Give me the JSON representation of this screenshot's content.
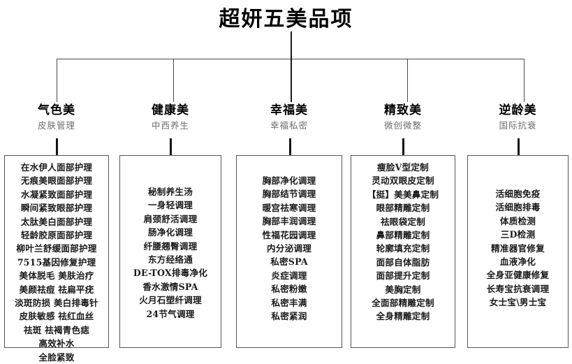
{
  "title": "超妍五美品项",
  "connectors": {
    "style": "org-tree",
    "branch_count": 5
  },
  "columns": [
    {
      "id": "qi-se-mei",
      "heading": "气色美",
      "subheading": "皮肤管理",
      "items": [
        "在水伊人面部护理",
        "无痕美眼面部护理",
        "水凝紧致面部护理",
        "瞬间紧致眼部护理",
        "太肽美白面部护理",
        "轻龄胶原面部护理",
        "柳叶兰舒缓面部护理",
        "7515基因修复护理",
        "美体脱毛 美肤治疗",
        "美颜祛痘 祛扁平疣",
        "淡斑防损 美白排毒针",
        "皮肤敏感 祛红血丝",
        "祛斑  祛褐青色痣",
        "高效补水",
        "全脸紧致"
      ]
    },
    {
      "id": "jian-kang-mei",
      "heading": "健康美",
      "subheading": "中西养生",
      "items": [
        "秘制养生汤",
        "一身轻调理",
        "肩颈舒活调理",
        "肠净化调理",
        "纤腰翘臀调理",
        "东方经络通",
        "DE-TOX排毒净化",
        "香水激情SPA",
        "火月石塑纤调理",
        "24节气调理"
      ]
    },
    {
      "id": "xing-fu-mei",
      "heading": "幸福美",
      "subheading": "幸福私密",
      "items": [
        "胸部净化调理",
        "胸部结节调理",
        "暖宫祛寒调理",
        "胸部丰润调理",
        "性福花园调理",
        "内分泌调理",
        "私密SPA",
        "炎症调理",
        "私密粉嫩",
        "私密丰满",
        "私密紧润"
      ]
    },
    {
      "id": "jing-zhi-mei",
      "heading": "精致美",
      "subheading": "微创微整",
      "items": [
        "瘦脸V型定制",
        "灵动双眼皮定制",
        "【挺】美美鼻定制",
        "眼部精雕定制",
        "祛眼袋定制",
        "鼻部精雕定制",
        "轮廓填充定制",
        "面部自体脂肪",
        "面部提升定制",
        "美胸定制",
        "全面部精雕定制",
        "全身精雕定制"
      ]
    },
    {
      "id": "ni-ling-mei",
      "heading": "逆龄美",
      "subheading": "国际抗衰",
      "items": [
        "活细胞免疫",
        "活细胞排毒",
        "体质检测",
        "三D检测",
        "精准器官修复",
        "血液净化",
        "全身亚健康修复",
        "长寿宝抗衰调理",
        "女士宝\\男士宝"
      ]
    }
  ],
  "colors": {
    "text": "#1a1a1a",
    "heading": "#000000",
    "subheading": "#6d6d6d",
    "border": "#555555",
    "connector": "#4a4a4a",
    "background": "#ffffff"
  }
}
